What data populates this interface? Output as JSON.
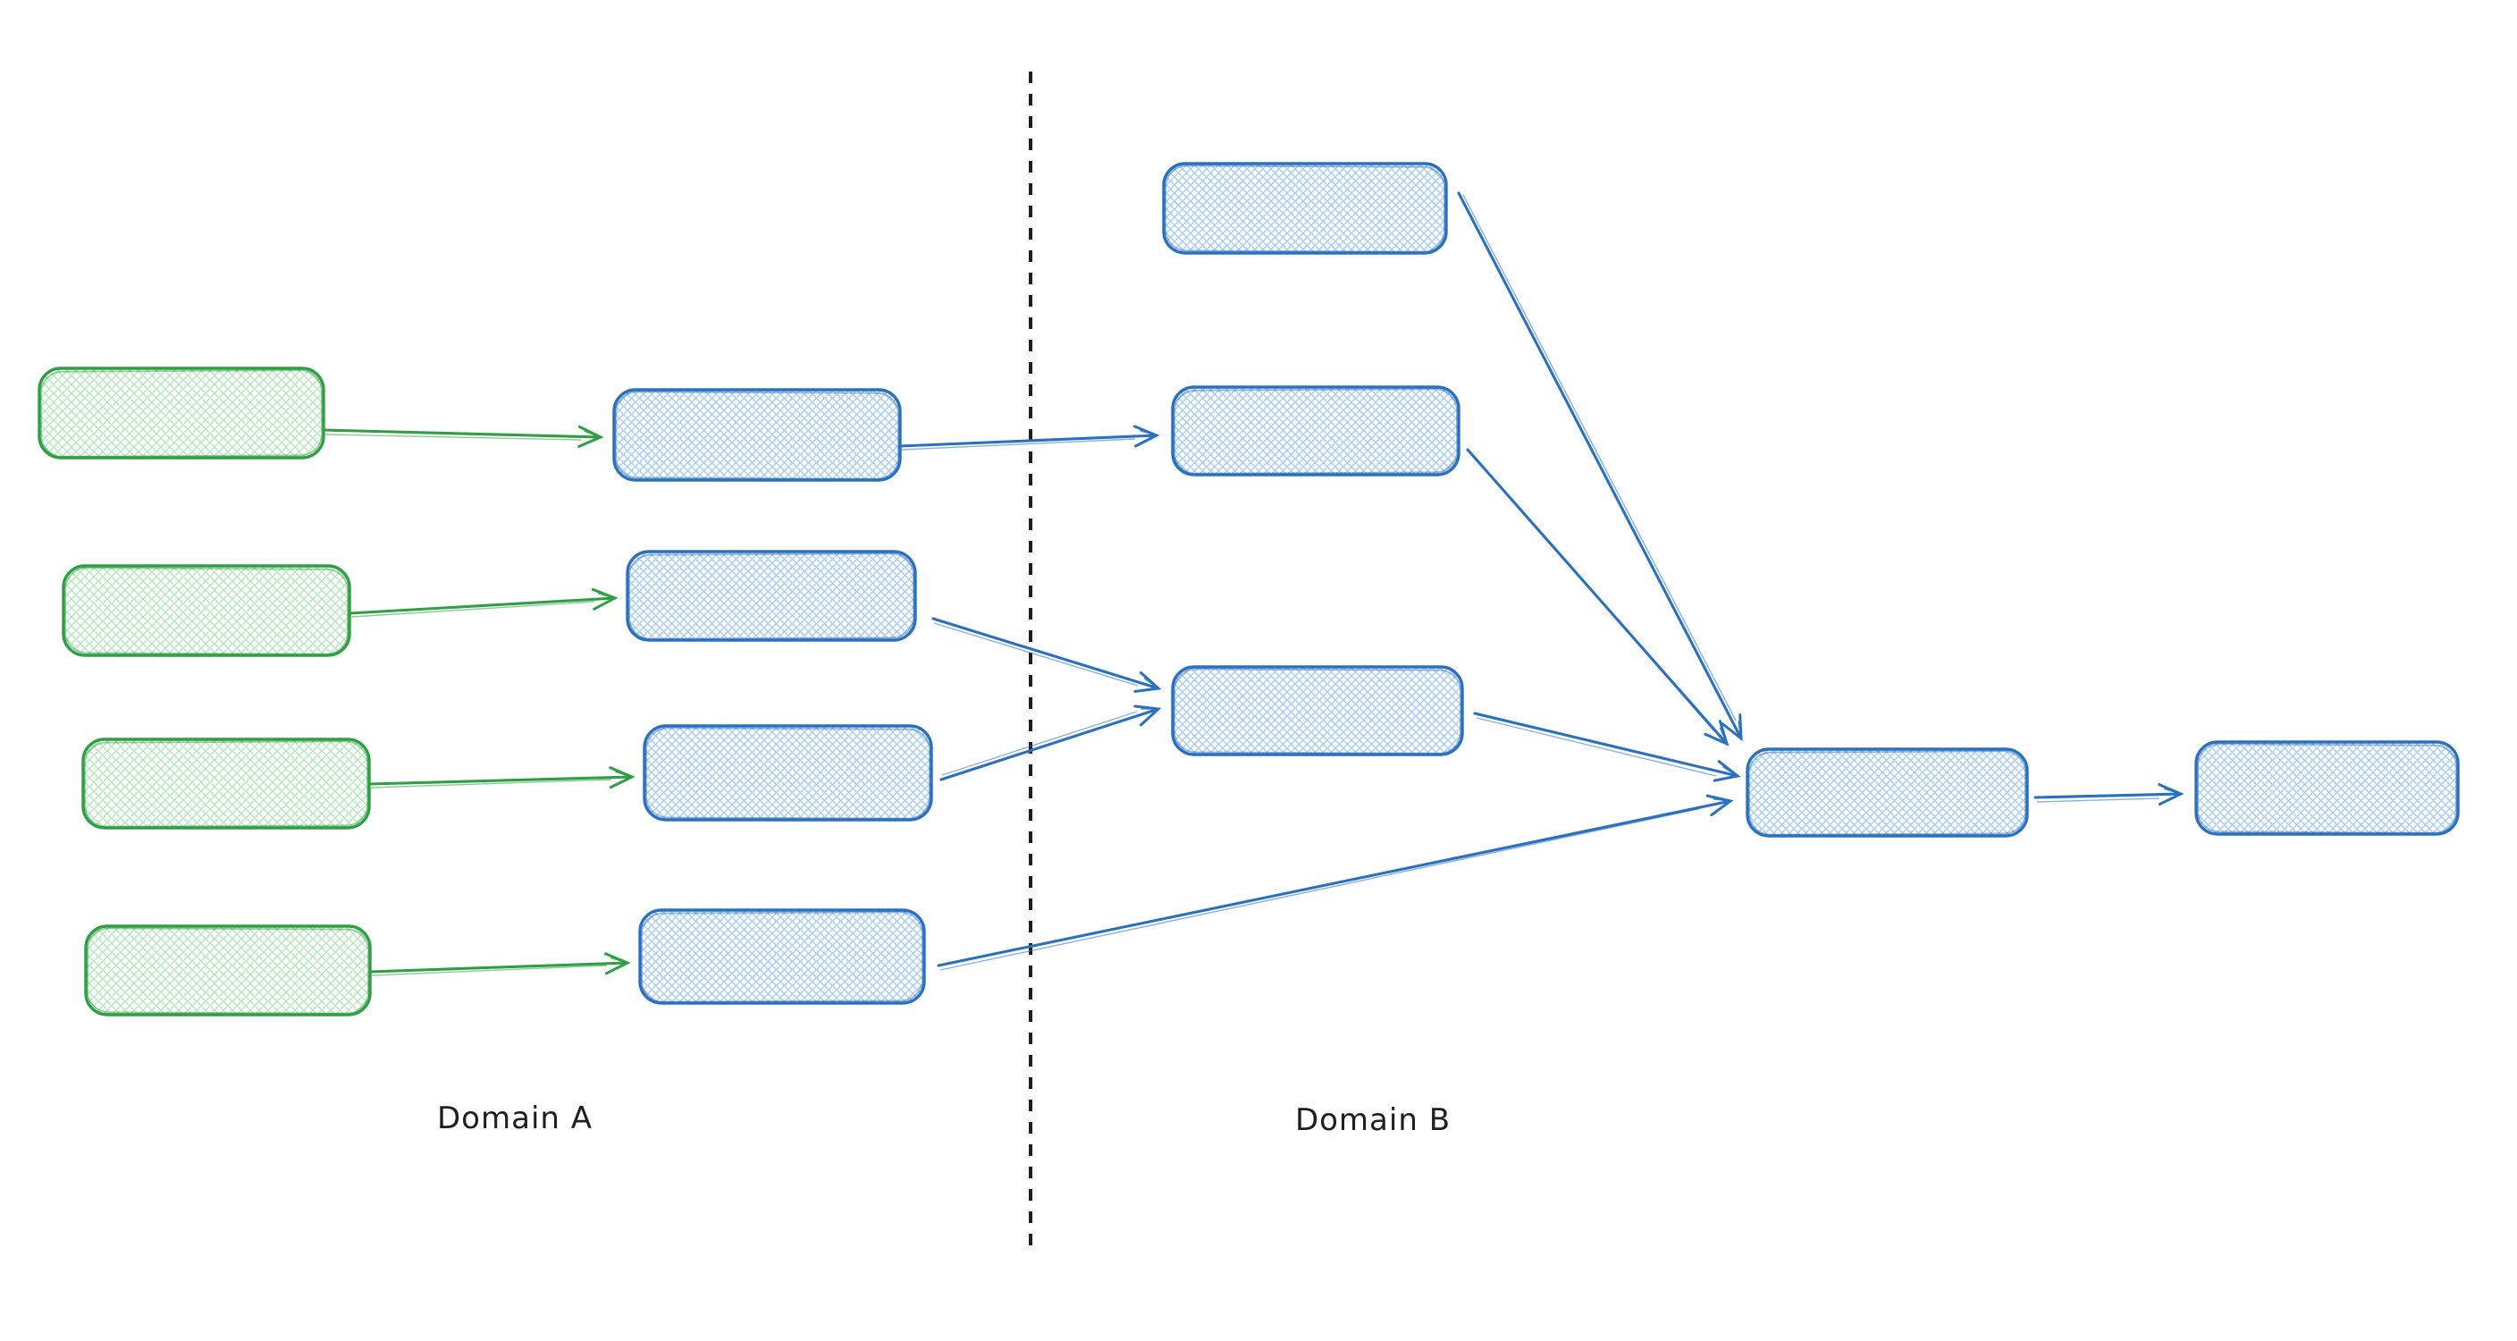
{
  "diagram": {
    "labels": {
      "domain_a": "Domain A",
      "domain_b": "Domain B"
    },
    "colors": {
      "green_stroke": "#2f9e44",
      "green_hatch": "#b5e6bd",
      "blue_stroke": "#2b70bf",
      "blue_hatch": "#a9cdee",
      "divider": "#1e1e1e",
      "background": "#ffffff"
    },
    "divider": {
      "style": "dashed",
      "orientation": "vertical"
    },
    "nodes": [
      {
        "id": "domain-a-box-1",
        "domain": "A",
        "color": "green",
        "fill": "cross-hatch"
      },
      {
        "id": "domain-a-box-2",
        "domain": "A",
        "color": "green",
        "fill": "cross-hatch"
      },
      {
        "id": "domain-a-box-3",
        "domain": "A",
        "color": "green",
        "fill": "cross-hatch"
      },
      {
        "id": "domain-a-box-4",
        "domain": "A",
        "color": "green",
        "fill": "cross-hatch"
      },
      {
        "id": "domain-a-adapter-1",
        "domain": "A",
        "color": "blue",
        "fill": "cross-hatch"
      },
      {
        "id": "domain-a-adapter-2",
        "domain": "A",
        "color": "blue",
        "fill": "cross-hatch"
      },
      {
        "id": "domain-a-adapter-3",
        "domain": "A",
        "color": "blue",
        "fill": "cross-hatch"
      },
      {
        "id": "domain-a-adapter-4",
        "domain": "A",
        "color": "blue",
        "fill": "cross-hatch"
      },
      {
        "id": "domain-b-box-top",
        "domain": "B",
        "color": "blue",
        "fill": "cross-hatch"
      },
      {
        "id": "domain-b-box-middle",
        "domain": "B",
        "color": "blue",
        "fill": "cross-hatch"
      },
      {
        "id": "domain-b-box-lower",
        "domain": "B",
        "color": "blue",
        "fill": "cross-hatch"
      },
      {
        "id": "domain-b-hub-box",
        "domain": "B",
        "color": "blue",
        "fill": "cross-hatch"
      },
      {
        "id": "domain-b-output-box",
        "domain": "B",
        "color": "blue",
        "fill": "cross-hatch"
      }
    ],
    "edges": [
      {
        "from": "domain-a-box-1",
        "to": "domain-a-adapter-1",
        "color": "green"
      },
      {
        "from": "domain-a-box-2",
        "to": "domain-a-adapter-2",
        "color": "green"
      },
      {
        "from": "domain-a-box-3",
        "to": "domain-a-adapter-3",
        "color": "green"
      },
      {
        "from": "domain-a-box-4",
        "to": "domain-a-adapter-4",
        "color": "green"
      },
      {
        "from": "domain-a-adapter-1",
        "to": "domain-b-box-middle",
        "color": "blue"
      },
      {
        "from": "domain-a-adapter-2",
        "to": "domain-b-box-lower",
        "color": "blue"
      },
      {
        "from": "domain-a-adapter-3",
        "to": "domain-b-box-lower",
        "color": "blue"
      },
      {
        "from": "domain-a-adapter-4",
        "to": "domain-b-hub-box",
        "color": "blue"
      },
      {
        "from": "domain-b-box-top",
        "to": "domain-b-hub-box",
        "color": "blue"
      },
      {
        "from": "domain-b-box-middle",
        "to": "domain-b-hub-box",
        "color": "blue"
      },
      {
        "from": "domain-b-box-lower",
        "to": "domain-b-hub-box",
        "color": "blue"
      },
      {
        "from": "domain-b-hub-box",
        "to": "domain-b-output-box",
        "color": "blue"
      }
    ]
  }
}
